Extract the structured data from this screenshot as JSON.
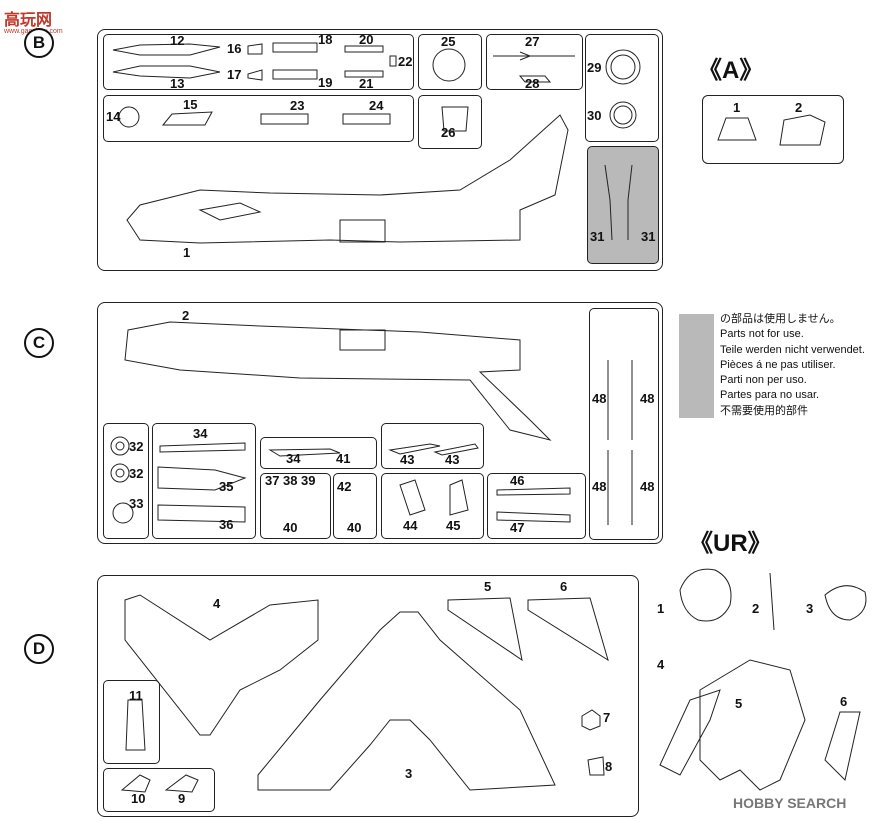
{
  "header": {
    "logo_text": "高玩网",
    "logo_url_text": "www.gaoshou.com"
  },
  "sections": {
    "b": "B",
    "c": "C",
    "d": "D"
  },
  "groups": {
    "a_title": "《A》",
    "ur_title": "《UR》"
  },
  "b_parts": [
    "12",
    "13",
    "16",
    "17",
    "18",
    "19",
    "20",
    "21",
    "22",
    "25",
    "27",
    "28",
    "29",
    "30",
    "14",
    "15",
    "23",
    "24",
    "26",
    "1",
    "31",
    "31"
  ],
  "c_parts": [
    "2",
    "48",
    "48",
    "48",
    "48",
    "32",
    "32",
    "33",
    "34",
    "35",
    "36",
    "34",
    "41",
    "43",
    "43",
    "37",
    "38",
    "39",
    "40",
    "40",
    "42",
    "44",
    "45",
    "46",
    "47"
  ],
  "d_parts": [
    "4",
    "5",
    "6",
    "11",
    "3",
    "7",
    "8",
    "10",
    "9"
  ],
  "a_parts": [
    "1",
    "2"
  ],
  "ur_parts": [
    "1",
    "2",
    "3",
    "4",
    "5",
    "6"
  ],
  "legend": {
    "swatch_color": "#b9b9b9",
    "lines": [
      "の部品は使用しません。",
      "Parts not for use.",
      "Teile werden nicht verwendet.",
      "Pièces á ne pas utiliser.",
      "Parti non per uso.",
      "Partes para no usar.",
      "不需要使用的部件"
    ]
  },
  "watermark": {
    "text": "HOBBY SEARCH"
  }
}
